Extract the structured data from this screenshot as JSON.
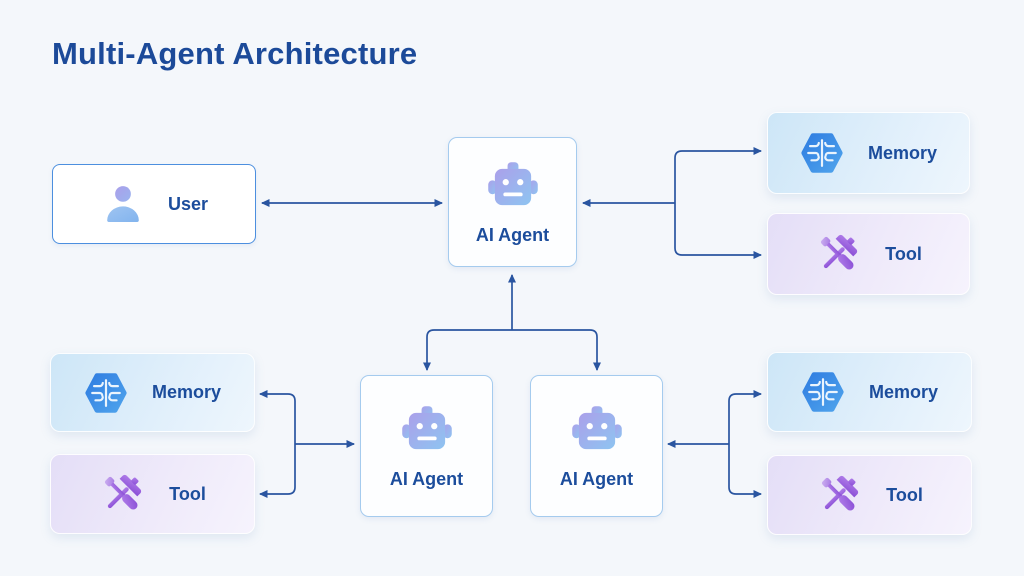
{
  "title": "Multi-Agent Architecture",
  "nodes": {
    "user": {
      "label": "User",
      "icon": "user-icon"
    },
    "agent_top": {
      "label": "AI Agent",
      "icon": "robot-icon"
    },
    "agent_left": {
      "label": "AI Agent",
      "icon": "robot-icon"
    },
    "agent_right": {
      "label": "AI Agent",
      "icon": "robot-icon"
    },
    "memory_top_right": {
      "label": "Memory",
      "icon": "brain-icon"
    },
    "tool_top_right": {
      "label": "Tool",
      "icon": "tools-icon"
    },
    "memory_bottom_left": {
      "label": "Memory",
      "icon": "brain-icon"
    },
    "tool_bottom_left": {
      "label": "Tool",
      "icon": "tools-icon"
    },
    "memory_bottom_right": {
      "label": "Memory",
      "icon": "brain-icon"
    },
    "tool_bottom_right": {
      "label": "Tool",
      "icon": "tools-icon"
    }
  },
  "edges": [
    {
      "between": [
        "user",
        "agent_top"
      ],
      "arrows": "both-ends"
    },
    {
      "between": [
        "agent_top",
        "memory_top_right",
        "tool_top_right"
      ],
      "arrows": "all-ends"
    },
    {
      "between": [
        "agent_top",
        "agent_left",
        "agent_right"
      ],
      "arrows": "all-ends"
    },
    {
      "between": [
        "agent_left",
        "memory_bottom_left",
        "tool_bottom_left"
      ],
      "arrows": "all-ends"
    },
    {
      "between": [
        "agent_right",
        "memory_bottom_right",
        "tool_bottom_right"
      ],
      "arrows": "all-ends"
    }
  ],
  "colors": {
    "background": "#f4f7fb",
    "title_text": "#1c4a99",
    "label_text": "#1c4d9c",
    "connector": "#2a55a0",
    "memory_card": "#cde6f7",
    "tool_card": "#e4def7",
    "brain_icon_blue": "#2f7de1",
    "tools_icon_purple": "#8a4ed6",
    "robot_icon_gradient": [
      "#a89fe9",
      "#8ec4f1"
    ],
    "user_box_border": "#4c8fdf",
    "agent_box_border": "#a5cbee"
  }
}
